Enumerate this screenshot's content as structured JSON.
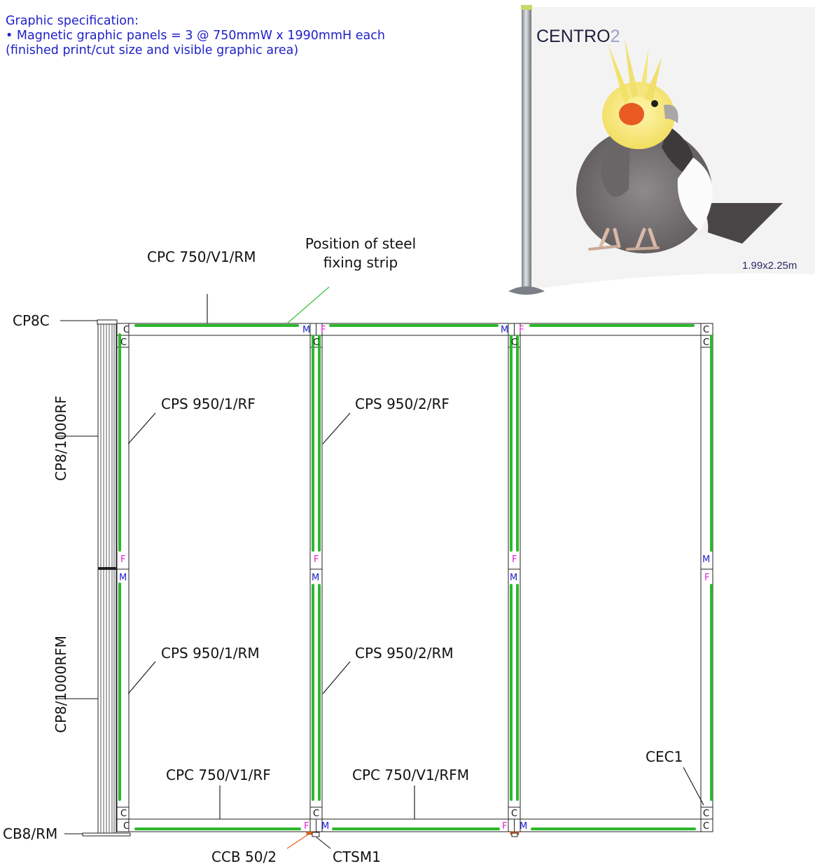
{
  "spec": {
    "heading": "Graphic specification:",
    "line1": "• Magnetic graphic panels = 3 @ 750mmW x 1990mmH each",
    "line2": "(finished print/cut size and visible graphic area)"
  },
  "product": {
    "brand": "CENTRO",
    "brand_suffix": "2",
    "size": "1.99x2.25m"
  },
  "labels": {
    "steel_strip_1": "Position of steel",
    "steel_strip_2": "fixing strip",
    "top_rail": "CPC 750/V1/RM",
    "pole_cap": "CP8C",
    "pole_upper": "CP8/1000RF",
    "pole_lower": "CP8/1000RFM",
    "pole_base": "CB8/RM",
    "strut_1_upper": "CPS 950/1/RF",
    "strut_2_upper": "CPS 950/2/RF",
    "strut_1_lower": "CPS 950/1/RM",
    "strut_2_lower": "CPS 950/2/RM",
    "bottom_rail_1": "CPC 750/V1/RF",
    "bottom_rail_2": "CPC 750/V1/RFM",
    "end_cap": "CEC1",
    "base_bracket": "CCB 50/2",
    "stabiliser": "CTSM1"
  },
  "connectors": {
    "corner": "C",
    "male": "M",
    "female": "F"
  },
  "colors": {
    "spec_text": "#1f22c9",
    "steel_strip": "#2db82d",
    "steel_label": "#3cc43c",
    "male": "#1f22c9",
    "female": "#e020d0",
    "accent_orange": "#e8641e",
    "frame": "#222222"
  }
}
